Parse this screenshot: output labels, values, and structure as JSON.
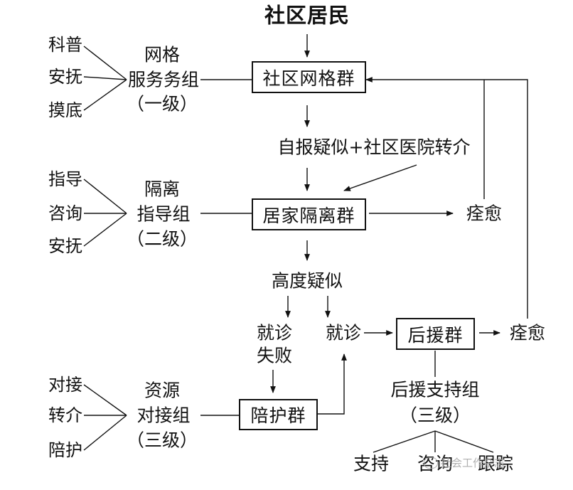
{
  "title": "社区居民",
  "boxes": {
    "community_grid_group": "社区网格群",
    "home_isolation_group": "居家隔离群",
    "escort_group": "陪护群",
    "backup_group": "后援群"
  },
  "grid_service_team": {
    "line1": "网格",
    "line2": "服务务组",
    "line3": "（一级）",
    "items": [
      "科普",
      "安抚",
      "摸底"
    ]
  },
  "isolation_guide_team": {
    "line1": "隔离",
    "line2": "指导组",
    "line3": "（二级）",
    "items": [
      "指导",
      "咨询",
      "安抚"
    ]
  },
  "resource_team": {
    "line1": "资源",
    "line2": "对接组",
    "line3": "（三级）",
    "items": [
      "对接",
      "转介",
      "陪护"
    ]
  },
  "support_team": {
    "line1": "后援支持组",
    "line2": "（三级）",
    "items": [
      "支持",
      "咨询",
      "跟踪"
    ]
  },
  "flow_labels": {
    "self_report": "自报疑似+社区医院转介",
    "highly_suspected": "高度疑似",
    "cured_1": "痊愈",
    "cured_2": "痊愈",
    "visit": "就诊",
    "visit_failed_1": "就诊",
    "visit_failed_2": "失败"
  },
  "watermark": "社会工作杂志"
}
